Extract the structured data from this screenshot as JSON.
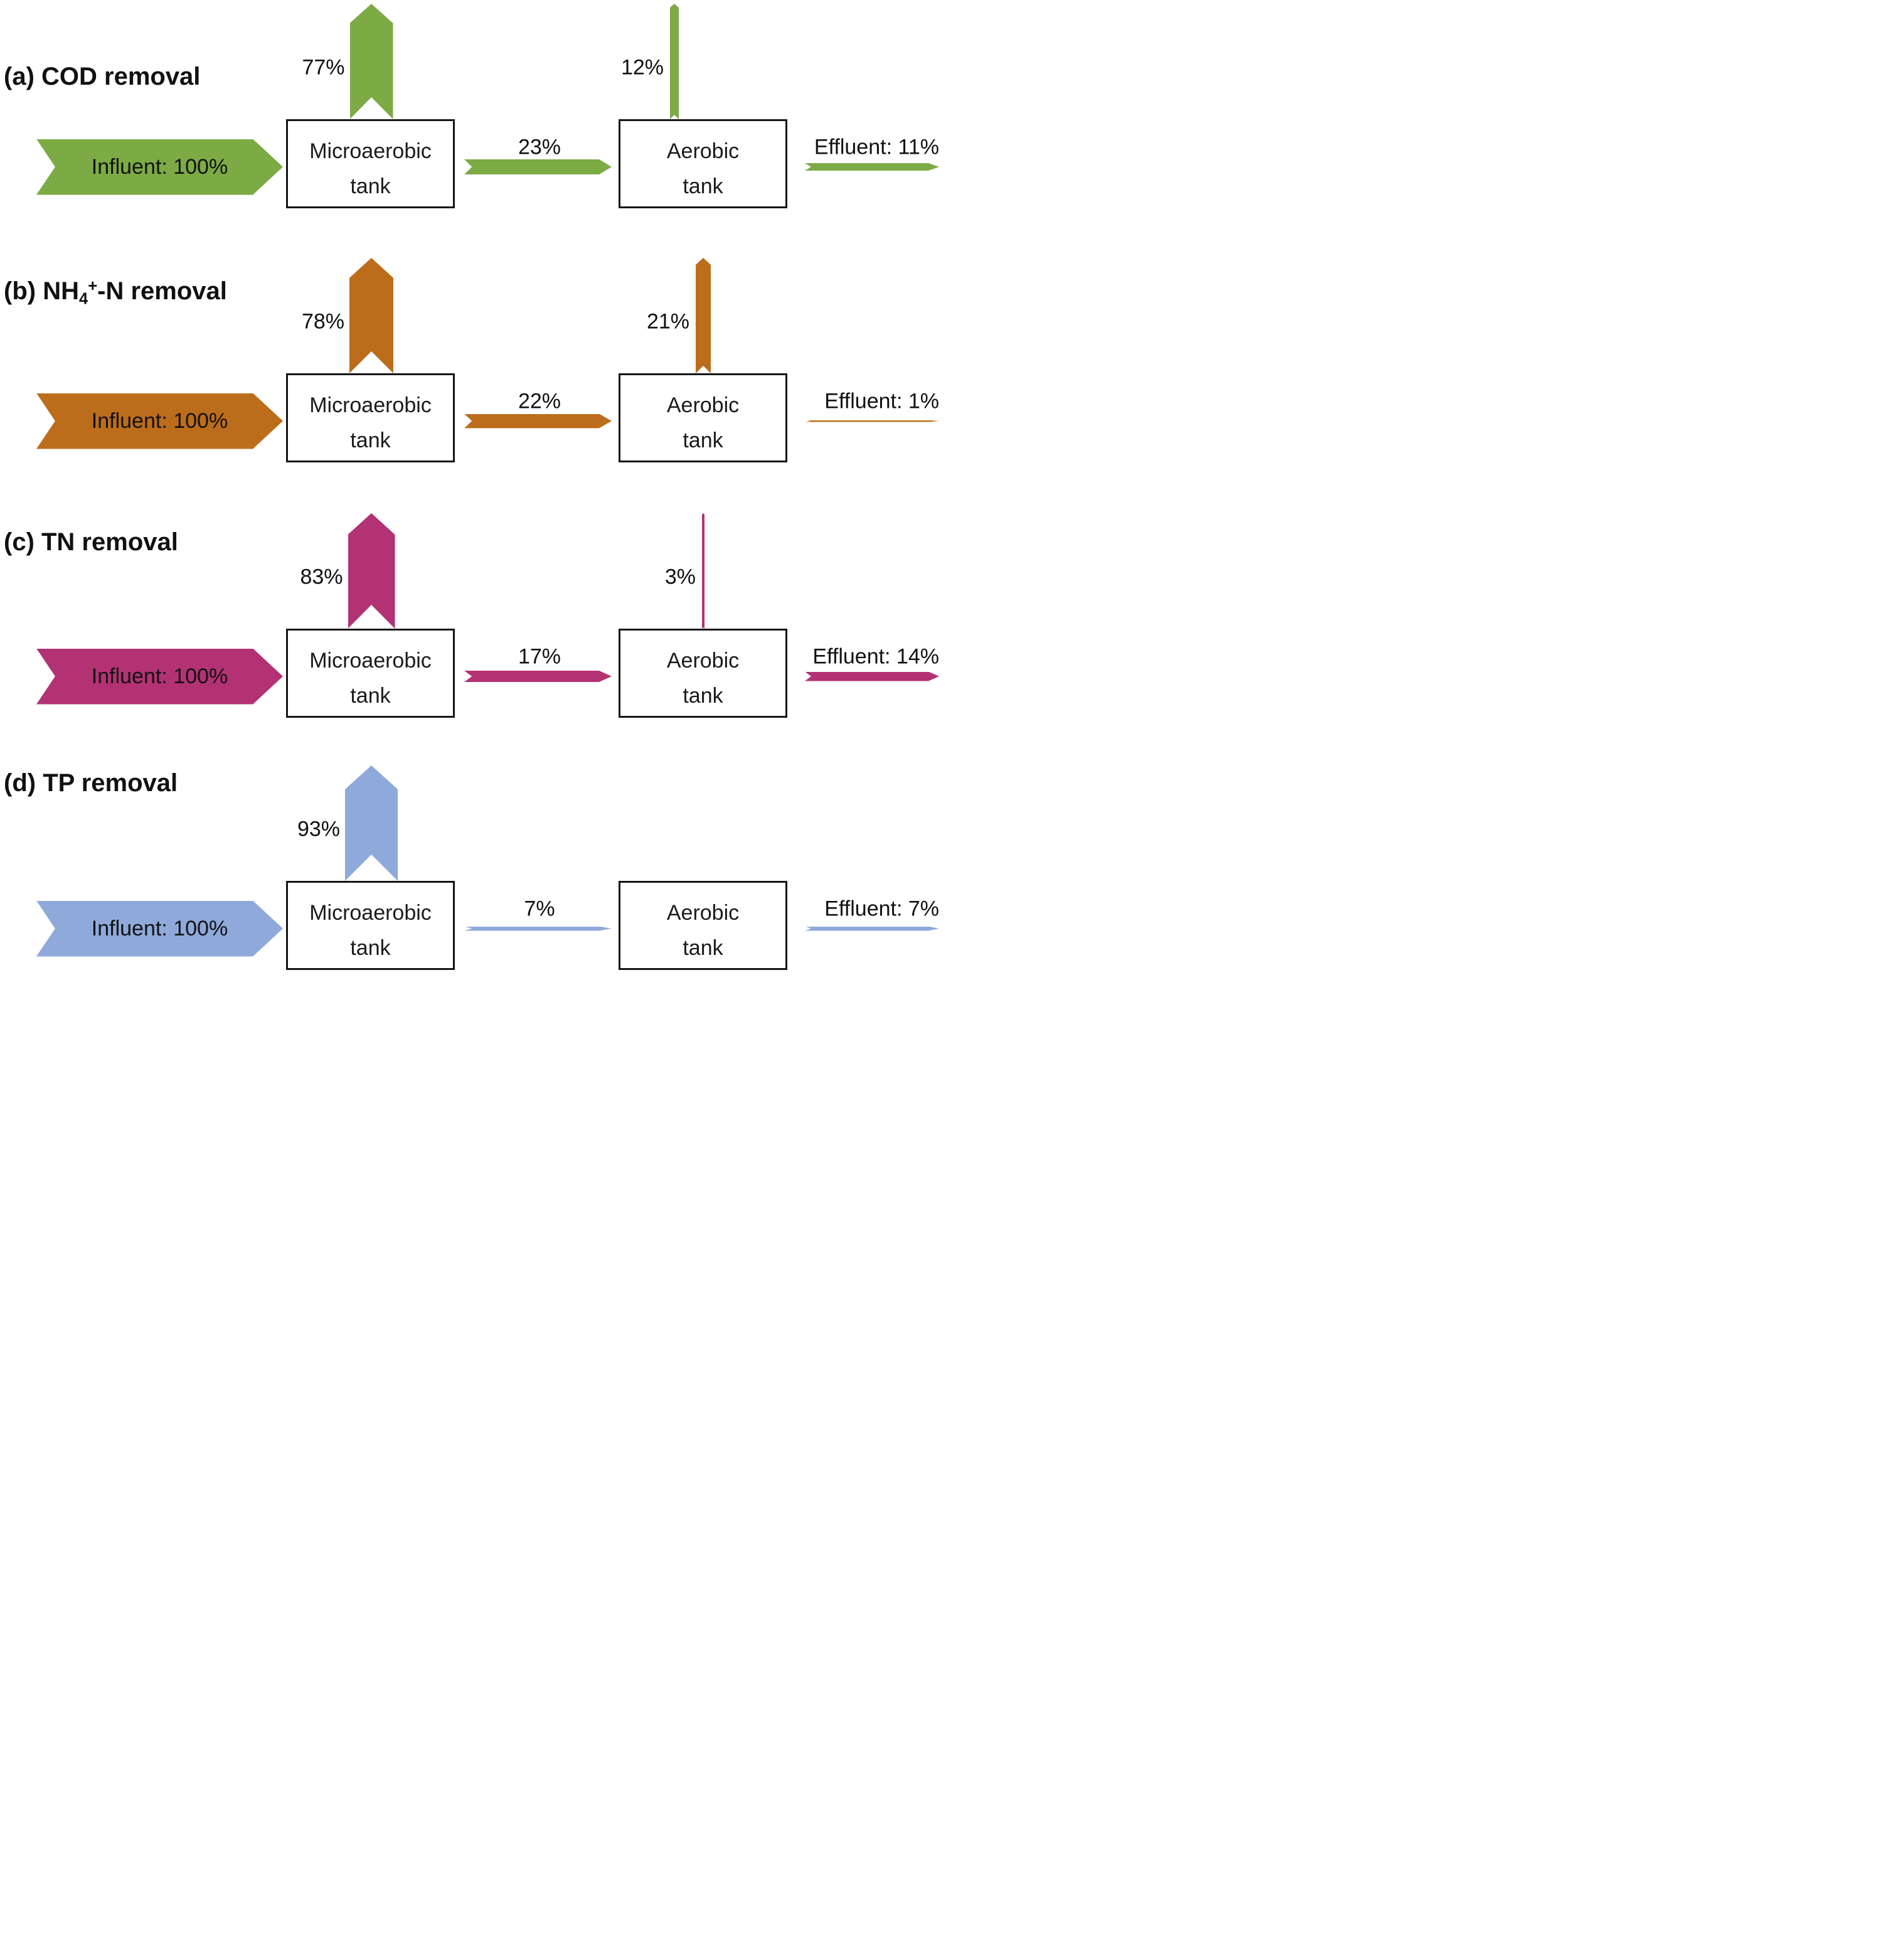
{
  "tanks": {
    "microaerobic": [
      "Microaerobic",
      "tank"
    ],
    "aerobic": [
      "Aerobic",
      "tank"
    ]
  },
  "panels": [
    {
      "key": "a",
      "title_parts": [
        {
          "text": "(a) COD removal"
        }
      ],
      "color": "#7CAB45",
      "influent": {
        "label": "Influent: 100%",
        "pct": 100
      },
      "micro_removal": {
        "label": "77%",
        "pct": 77
      },
      "transfer": {
        "label": "23%",
        "pct": 23
      },
      "aerobic_removal": {
        "label": "12%",
        "pct": 12
      },
      "effluent": {
        "label": "Effluent: 11%",
        "pct": 11
      }
    },
    {
      "key": "b",
      "title_parts": [
        {
          "text": "(b) NH"
        },
        {
          "text": "4",
          "style": "sub"
        },
        {
          "text": "+",
          "style": "sup"
        },
        {
          "text": "-N removal"
        }
      ],
      "color": "#BC6D1B",
      "influent": {
        "label": "Influent: 100%",
        "pct": 100
      },
      "micro_removal": {
        "label": "78%",
        "pct": 78
      },
      "transfer": {
        "label": "22%",
        "pct": 22
      },
      "aerobic_removal": {
        "label": "21%",
        "pct": 21
      },
      "effluent": {
        "label": "Effluent: 1%",
        "pct": 1
      }
    },
    {
      "key": "c",
      "title_parts": [
        {
          "text": "(c) TN removal"
        }
      ],
      "color": "#B23274",
      "influent": {
        "label": "Influent: 100%",
        "pct": 100
      },
      "micro_removal": {
        "label": "83%",
        "pct": 83
      },
      "transfer": {
        "label": "17%",
        "pct": 17
      },
      "aerobic_removal": {
        "label": "3%",
        "pct": 3
      },
      "effluent": {
        "label": "Effluent: 14%",
        "pct": 14
      }
    },
    {
      "key": "d",
      "title_parts": [
        {
          "text": "(d) TP removal"
        }
      ],
      "color": "#8FA9DB",
      "influent": {
        "label": "Influent: 100%",
        "pct": 100
      },
      "micro_removal": {
        "label": "93%",
        "pct": 93
      },
      "transfer": {
        "label": "7%",
        "pct": 7
      },
      "aerobic_removal": null,
      "effluent": {
        "label": "Effluent: 7%",
        "pct": 7
      }
    }
  ]
}
